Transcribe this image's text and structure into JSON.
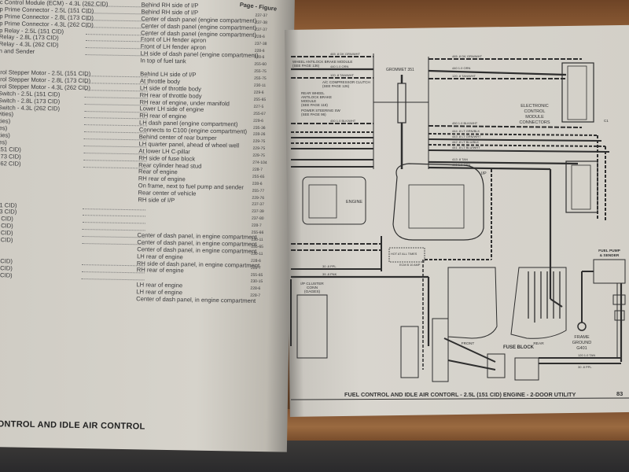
{
  "left_page": {
    "column_header": "Page - Figure",
    "component_groups": [
      [
        "c Control Module (ECM) - 4.3L (262 CID)",
        "p Prime Connector - 2.5L (151 CID)",
        "p Prime Connector - 2.8L (173 CID)",
        "p Prime Connector - 4.3L (262 CID)",
        "p Relay - 2.5L (151 CID)",
        "Relay - 2.8L (173 CID)",
        "Relay - 4.3L (262 CID)",
        "n and Sender"
      ],
      [
        "trol Stepper Motor - 2.5L (151 CID)",
        "trol Stepper Motor - 2.8L (173 CID)",
        "trol Stepper Motor - 4.3L (262 CID)",
        "Switch - 2.5L (151 CID)",
        "Switch - 2.8L (173 CID)",
        "Switch - 4.3L (262 CID)",
        "vities)",
        "ities)",
        "ies)",
        "ities)",
        "ies)",
        "151 CID)",
        "173 CID)",
        "262 CID)"
      ],
      [
        "51 CID)",
        "73 CID)",
        "2 CID)",
        "3 CID)",
        "2 CID)",
        "1 CID)"
      ],
      [
        "3 CID)",
        "2 CID)",
        "1 CID)"
      ]
    ],
    "location_groups": [
      [
        "Behind RH side of I/P",
        "Behind RH side of I/P",
        "Center of dash panel (engine compartment)",
        "Center of dash panel (engine compartment)",
        "Center of dash panel (engine compartment)",
        "Front of LH fender apron",
        "Front of LH fender apron",
        "LH side of dash panel (engine compartment)",
        "In top of fuel tank"
      ],
      [
        "Behind LH side of I/P",
        "At throttle body",
        "LH side of throttle body",
        "RH rear of throttle body",
        "RH rear of engine, under manifold",
        "Lower LH side of engine",
        "RH rear of engine",
        "LH dash panel (engine compartment)",
        "Connects to C100 (engine compartment)",
        "Behind center of rear bumper",
        "LH quarter panel, ahead of wheel well",
        "At lower LH C-pillar",
        "RH side of fuse block",
        "Rear cylinder head stud",
        "Rear of engine",
        "RH rear of engine",
        "On frame, next to fuel pump and sender",
        "Rear center of vehicle",
        "RH side of I/P"
      ],
      [
        "Center of dash panel, in engine compartment",
        "Center of dash panel, in engine compartment",
        "Center of dash panel, in engine compartment",
        "LH rear of engine",
        "RH side of dash panel, in engine compartment",
        "RH rear of engine"
      ],
      [
        "LH rear of engine",
        "LH rear of engine",
        "Center of dash panel, in engine compartment"
      ]
    ],
    "page_figures": [
      "237-37",
      "237-38",
      "237-37",
      "228-6",
      "237-38",
      "228-6",
      "228-6",
      "255-60",
      "255-75",
      "255-75",
      "230-11",
      "229-6",
      "255-65",
      "227-5",
      "255-67",
      "229-6",
      "235-36",
      "228-26",
      "229-75",
      "229-75",
      "229-75",
      "274-104",
      "228-7",
      "255-65",
      "228-6",
      "255-77",
      "229-76",
      "237-37",
      "237-39",
      "237-80",
      "228-7",
      "255-66",
      "230-11",
      "255-65",
      "230-11",
      "228-6",
      "228-7",
      "255-65",
      "230-15",
      "228-6",
      "228-7"
    ],
    "bottom_title": "CONTROL AND IDLE AIR CONTROL"
  },
  "right_page": {
    "caption": "FUEL CONTROL AND IDLE AIR CONTORL - 2.5L (151 CID) ENGINE - 2-DOOR UTILITY",
    "page_number": "83",
    "labels": {
      "abs_module": "WHEEL ANTILOCK BRAKE MODULE",
      "abs_see": "(SEE PAGE 136)",
      "ac_clutch": "A/C COMPRESSOR CLUTCH",
      "ac_see": "(SEE PAGE 126)",
      "rear_abs_1": "REAR WHEEL",
      "rear_abs_2": "ANTILOCK BRAKE",
      "rear_abs_3": "MODULE",
      "rear_abs_see": "(SEE PAGE 118)",
      "ps_switch": "POWER STEERING SW",
      "ps_see": "(SEE PAGE 96)",
      "grommet": "GROMMET 351",
      "ecm_1": "ELECTRONIC",
      "ecm_2": "CONTROL",
      "ecm_3": "MODULE",
      "ecm_4": "CONNECTORS",
      "ecm_conn": "C1",
      "engine": "ENGINE",
      "ip": "I/P",
      "hot": "HOT AT ALL TIMES",
      "ecm_fuse": "ECM B 10 AMP",
      "cluster_1": "I/P CLUSTER",
      "cluster_2": "CONN",
      "cluster_3": "(GAGES)",
      "fuse_block": "FUSE BLOCK",
      "front": "FRONT",
      "rear": "REAR",
      "pump_1": "FUEL PUMP",
      "pump_2": "& SENDER",
      "ground_1": "FRAME",
      "ground_2": "GROUND",
      "ground_3": "G401"
    },
    "wires": [
      "465 .8 DK GRN/WHT",
      "440 1.0 ORN",
      "120 .8 TAN/WHT",
      "450 1.0 BLK/WHT",
      "444 .8 LT GRN/BLK",
      "443 .8 LT GRN/WHT",
      "442 .8 LT BLU/BLK",
      "441 .8 LT BLU/WHT",
      "413 .8 TAN",
      "440 1.0 ORN",
      "30 .8 PPL",
      "39 .8 PNK",
      "120 1.0 TAN"
    ]
  }
}
